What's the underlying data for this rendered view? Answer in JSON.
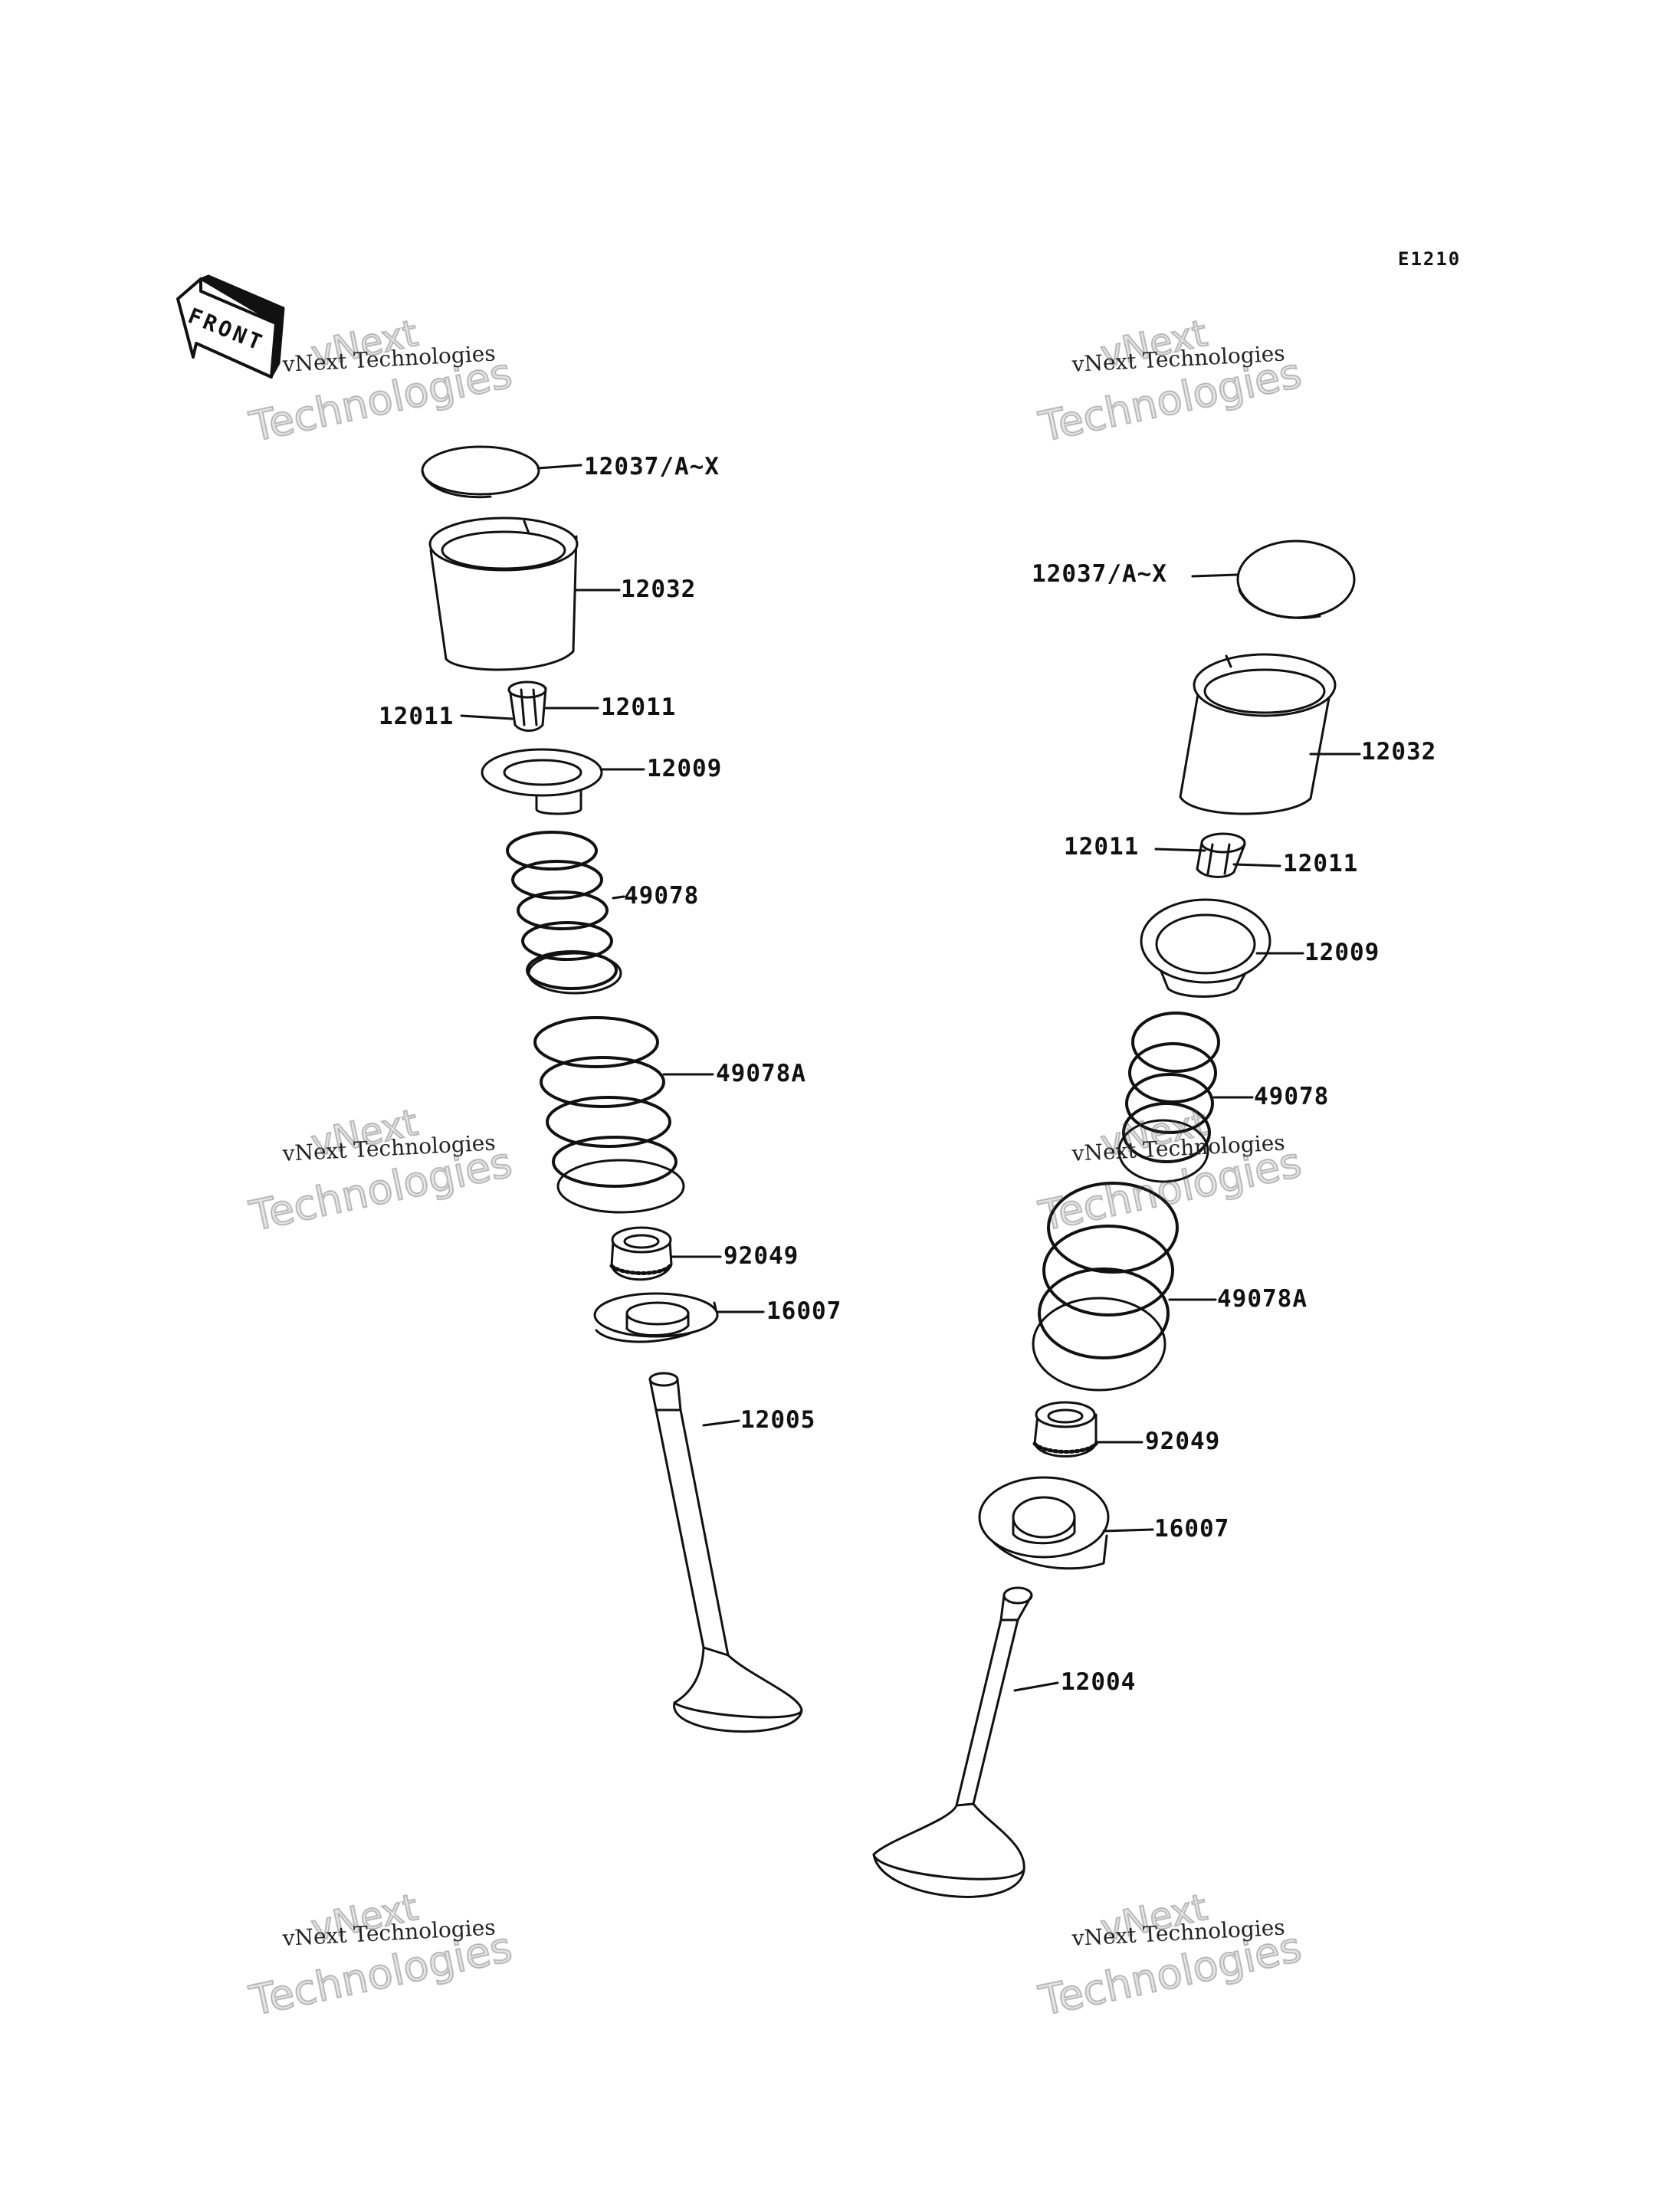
{
  "diagram_code": "E1210",
  "front_label": "FRONT",
  "watermarks": {
    "line": "vNext Technologies",
    "brand_top": "vNext",
    "brand_bottom": "Technologies"
  },
  "left_assembly": {
    "shim": "12037/A~X",
    "tappet": "12032",
    "keeper_left": "12011",
    "keeper_right": "12011",
    "retainer": "12009",
    "spring_inner": "49078",
    "spring_outer": "49078A",
    "stem_seal": "92049",
    "spring_seat": "16007",
    "valve": "12005"
  },
  "right_assembly": {
    "shim": "12037/A~X",
    "tappet": "12032",
    "keeper_left": "12011",
    "keeper_right": "12011",
    "retainer": "12009",
    "spring_inner": "49078",
    "spring_outer": "49078A",
    "stem_seal": "92049",
    "spring_seat": "16007",
    "valve": "12004"
  }
}
